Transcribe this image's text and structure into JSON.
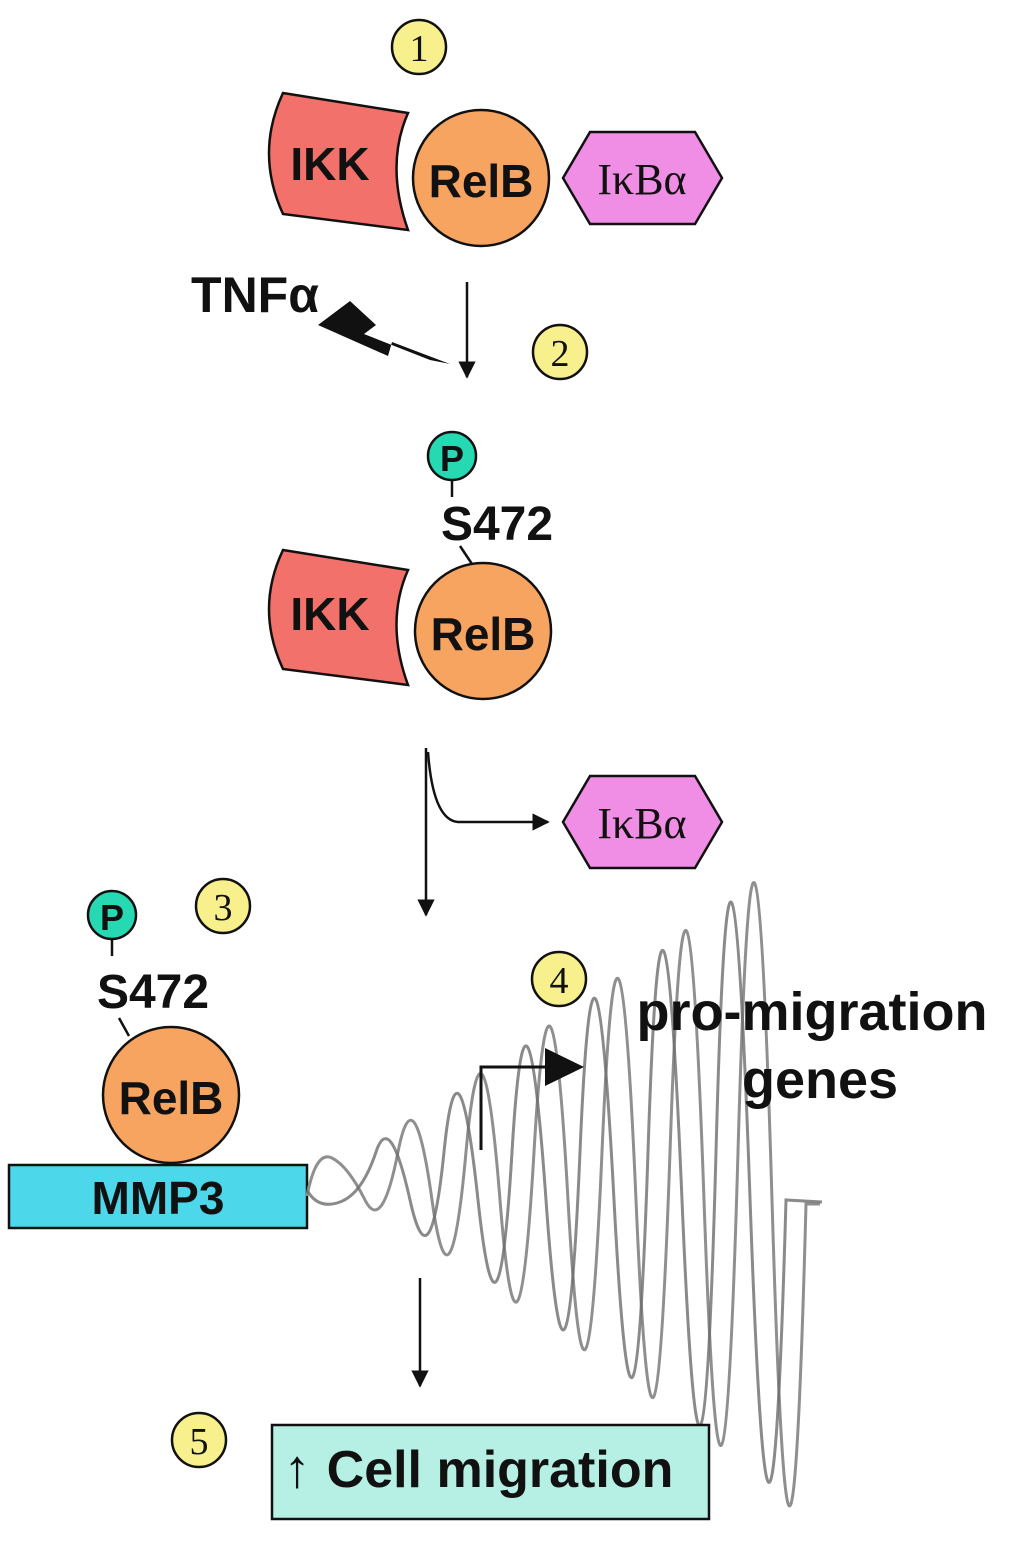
{
  "colors": {
    "ikk": "#f2716b",
    "relb": "#f7a460",
    "ikba": "#f08ee6",
    "phospho": "#26d9b3",
    "step_badge": "#f7f08d",
    "mmp3": "#4dd7ea",
    "cell_box": "#b6f0e4",
    "dna": "#8f8f8f"
  },
  "steps": [
    "1",
    "2",
    "3",
    "4",
    "5"
  ],
  "complex1": {
    "ikk": "IKK",
    "relb": "RelB",
    "ikba": "IκBα"
  },
  "stimulus": {
    "label": "TNFα"
  },
  "complex2": {
    "phospho": "P",
    "site": "S472",
    "ikk": "IKK",
    "relb": "RelB"
  },
  "released": {
    "ikba": "IκBα"
  },
  "bound": {
    "phospho": "P",
    "site": "S472",
    "relb": "RelB",
    "promoter": "MMP3"
  },
  "output": {
    "line1": "pro-migration",
    "line2": "genes"
  },
  "result": {
    "arrow": "↑",
    "label": "Cell migration"
  }
}
